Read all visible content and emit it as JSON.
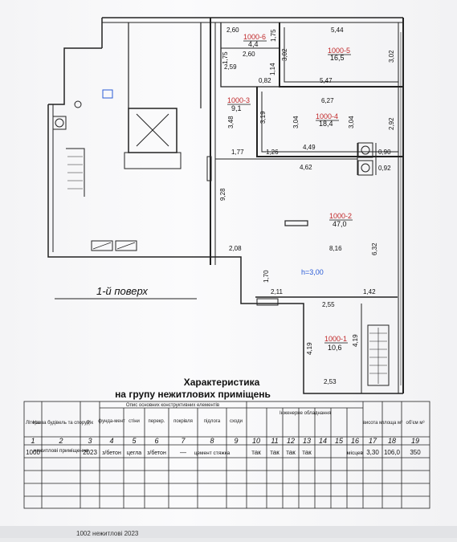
{
  "plan": {
    "floor_label": "1-й поверх",
    "height_note": "h=3,00",
    "rooms": [
      {
        "code": "1000-6",
        "area": "4,4"
      },
      {
        "code": "1000-5",
        "area": "16,5"
      },
      {
        "code": "1000-3",
        "area": "9,1"
      },
      {
        "code": "1000-4",
        "area": "18,4"
      },
      {
        "code": "1000-2",
        "area": "47,0"
      },
      {
        "code": "1000-1",
        "area": "10,6"
      }
    ],
    "dims": [
      "2,60",
      "1,75",
      "1,75",
      "5,44",
      "3,02",
      "3,02",
      "2,60",
      "2,59",
      "1,14",
      "0,82",
      "5,47",
      "6,27",
      "3,48",
      "3,19",
      "3,04",
      "3,04",
      "2,92",
      "1,77",
      "1,26",
      "4,49",
      "0,90",
      "4,62",
      "0,92",
      "9,28",
      "8,16",
      "6,32",
      "2,08",
      "1,70",
      "2,11",
      "1,42",
      "2,55",
      "4,19",
      "4,19",
      "2,53"
    ]
  },
  "title": {
    "line1": "Характеристика",
    "line2": "на групу нежитлових приміщень"
  },
  "table": {
    "group_headers": {
      "structural": "Опис основних конструктивних елементів",
      "engineering": "Інженерне обладнання"
    },
    "headers": [
      "Літера",
      "Назва будівель та споруд",
      "Рік",
      "фунда-мент",
      "стіни",
      "перекр.",
      "покрівля",
      "підлога",
      "сходи",
      "",
      "",
      "",
      "",
      "",
      "",
      "",
      "висота м",
      "площа м²",
      "об'єм м³"
    ],
    "column_numbers": [
      "1",
      "2",
      "3",
      "4",
      "5",
      "6",
      "7",
      "8",
      "9",
      "10",
      "11",
      "12",
      "13",
      "14",
      "15",
      "16",
      "17",
      "18",
      "19"
    ],
    "row": [
      "1000",
      "нежитлові приміщення",
      "2023",
      "з/бетон",
      "цегла",
      "з/бетон",
      "—",
      "цемент стяжка",
      "",
      "так",
      "так",
      "так",
      "так",
      "",
      "",
      "місцев",
      "3,30",
      "106,0",
      "350"
    ]
  },
  "footer": {
    "fragment": "1002   нежитлові   2023"
  }
}
